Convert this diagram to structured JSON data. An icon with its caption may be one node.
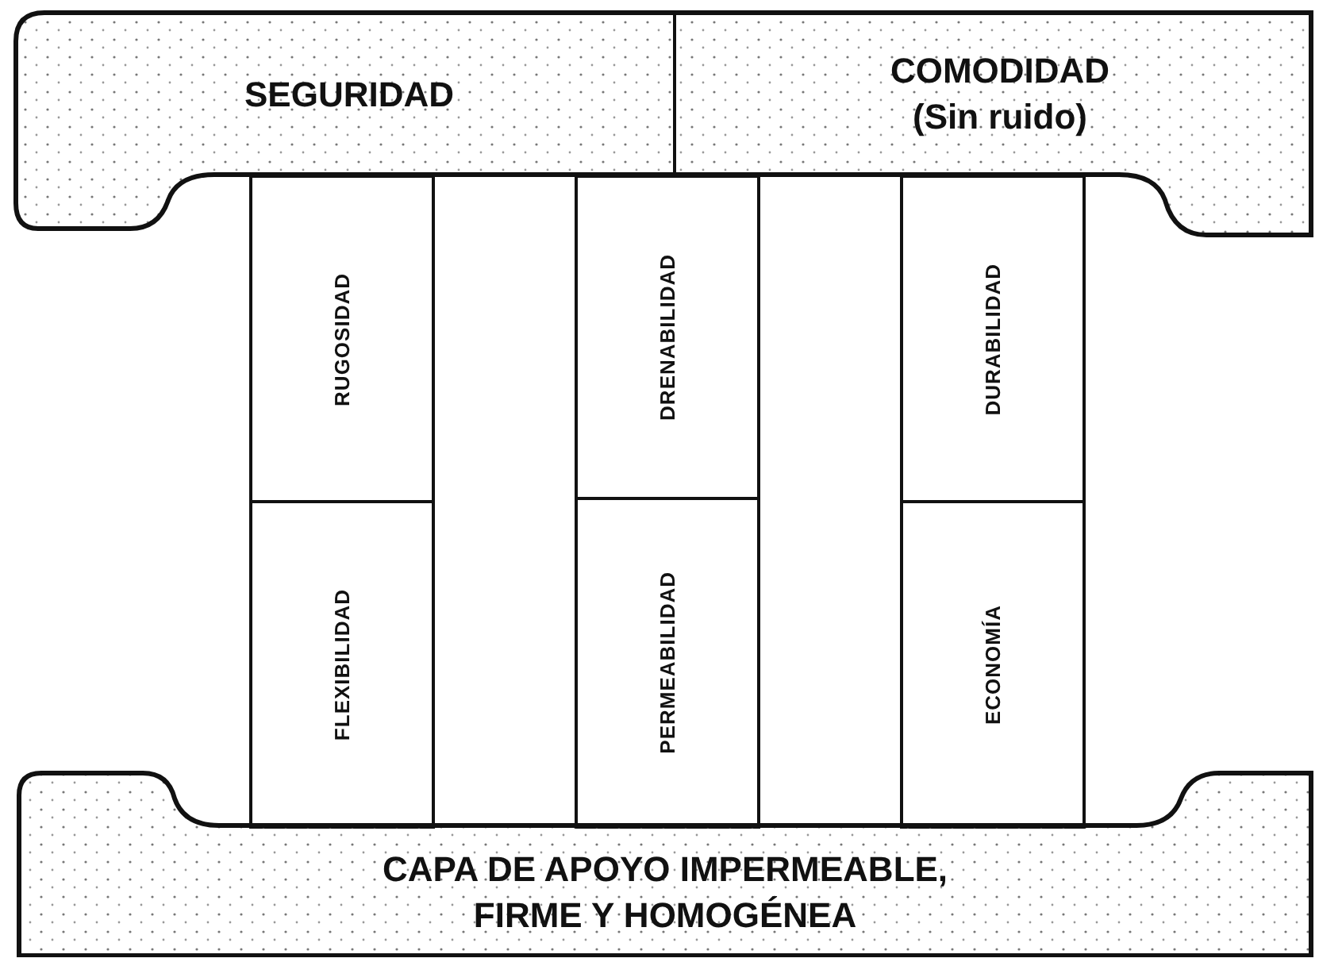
{
  "diagram": {
    "nodes": [
      {
        "text": [
          "SEGURIDAD"
        ]
      },
      {
        "text": [
          "COMODIDAD (Sin ruido)"
        ]
      },
      {
        "text": [
          "RUGOSIDAD"
        ]
      },
      {
        "text": [
          "FLEXIBILIDAD"
        ]
      },
      {
        "text": [
          "DRENABILIDAD"
        ]
      },
      {
        "text": [
          "PERMEABILIDAD"
        ]
      },
      {
        "text": [
          "DURABILIDAD"
        ]
      },
      {
        "text": [
          "ECONOMÍA"
        ]
      },
      {
        "text": [
          "CAPA DE APOYO IMPERMEABLE, FIRME Y HOMOGÉNEA"
        ]
      }
    ]
  }
}
